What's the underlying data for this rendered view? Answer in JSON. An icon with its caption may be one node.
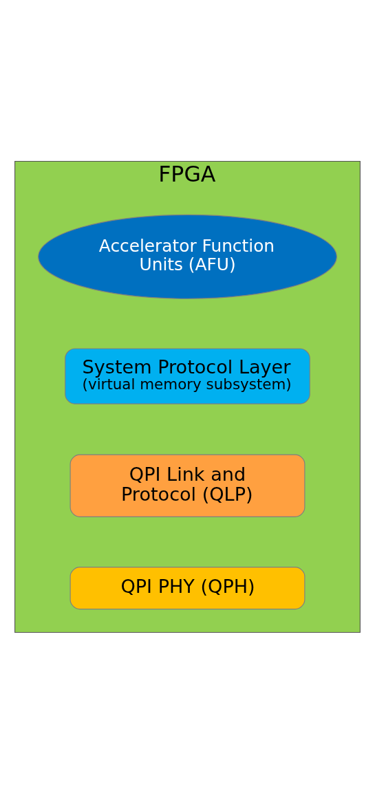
{
  "diagram": {
    "nodes": [
      {
        "text": [
          "FPGA"
        ]
      },
      {
        "text": [
          "Accelerator Function Units (AFU)"
        ],
        "in": 0
      },
      {
        "text": [
          "System Protocol Layer",
          "(virtual memory subsystem)"
        ],
        "in": 0
      },
      {
        "text": [
          "QPI Link and Protocol (QLP)"
        ],
        "in": 0
      },
      {
        "text": [
          "QPI PHY (QPH)"
        ],
        "in": 0
      }
    ]
  }
}
